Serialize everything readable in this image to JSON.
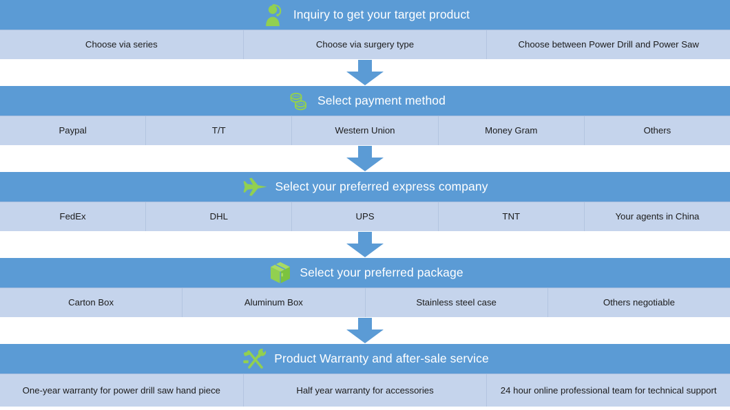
{
  "theme": {
    "header_blue": "#5B9BD5",
    "option_blue": "#C5D4EC",
    "icon_green": "#92D050",
    "arrow_blue": "#5B9BD5",
    "header_text": "#FFFFFF",
    "option_text": "#1B1B1B",
    "page_background": "#FFFFFF"
  },
  "diagram": {
    "type": "process-flow",
    "orientation": "vertical",
    "stage_count": 5,
    "connector": "down-arrow"
  },
  "stages": [
    {
      "icon": "customer-service-person-icon",
      "title": "Inquiry to get your target product",
      "options": [
        "Choose via series",
        "Choose via surgery type",
        "Choose  between Power Drill and Power Saw"
      ]
    },
    {
      "icon": "coins-icon",
      "title": "Select payment method",
      "options": [
        "Paypal",
        "T/T",
        "Western Union",
        "Money Gram",
        "Others"
      ]
    },
    {
      "icon": "airplane-icon",
      "title": "Select your preferred express company",
      "options": [
        "FedEx",
        "DHL",
        "UPS",
        "TNT",
        "Your agents in China"
      ]
    },
    {
      "icon": "package-box-icon",
      "title": "Select your preferred package",
      "options": [
        "Carton Box",
        "Aluminum Box",
        "Stainless steel case",
        "Others negotiable"
      ]
    },
    {
      "icon": "hammer-wrench-tools-icon",
      "title": "Product Warranty and after-sale service",
      "options": [
        "One-year warranty for power drill saw hand piece",
        "Half year warranty for accessories",
        "24 hour online professional team for technical support"
      ]
    }
  ]
}
